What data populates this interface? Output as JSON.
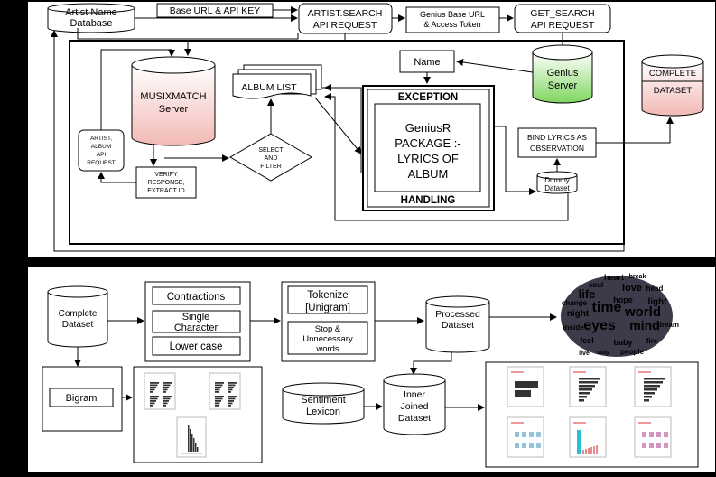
{
  "top": {
    "artist_db": [
      "Artist Name",
      "Database"
    ],
    "base_url": "Base URL & API KEY",
    "artist_search": [
      "ARTIST.SEARCH",
      "API REQUEST"
    ],
    "genius_token": [
      "Genius Base URL",
      "& Access Token"
    ],
    "get_search": [
      "GET_SEARCH",
      "API REQUEST"
    ],
    "name": "Name",
    "genius_server": [
      "Genius",
      "Server"
    ],
    "complete_dataset": [
      "COMPLETE",
      "DATASET"
    ],
    "musixmatch": [
      "MUSIXMATCH",
      "Server"
    ],
    "album_list": "ALBUM LIST",
    "exception": "EXCEPTION",
    "geniusr": [
      "GeniusR",
      "PACKAGE :-",
      "LYRICS OF",
      "ALBUM"
    ],
    "handling": "HANDLING",
    "bind_lyrics": [
      "BIND LYRICS AS",
      "OBSERVATION"
    ],
    "dummy": [
      "Dummy",
      "Dataset"
    ],
    "artist_album_request": [
      "ARTIST,",
      "ALBUM",
      "API",
      "REQUEST"
    ],
    "verify": [
      "VERIFY",
      "RESPONSE,",
      "EXTRACT ID"
    ],
    "select_filter": [
      "SELECT",
      "AND",
      "FILTER"
    ]
  },
  "bottom": {
    "complete_dataset": [
      "Complete",
      "Dataset"
    ],
    "contractions": "Contractions",
    "single_character": [
      "Single",
      "Character"
    ],
    "lower_case": "Lower case",
    "tokenize": [
      "Tokenize",
      "[Unigram]"
    ],
    "stop_words": [
      "Stop &",
      "Unnecessary",
      "words"
    ],
    "processed": [
      "Processed",
      "Dataset"
    ],
    "bigram": "Bigram",
    "sentiment": [
      "Sentiment",
      "Lexicon"
    ],
    "inner_joined": [
      "Inner",
      "Joined",
      "Dataset"
    ],
    "wordcloud_words": [
      "life",
      "love",
      "time",
      "world",
      "eyes",
      "mind",
      "night",
      "baby",
      "feel",
      "light",
      "heart",
      "people",
      "inside",
      "dream",
      "soul",
      "fire",
      "live",
      "hope",
      "change",
      "head",
      "stay",
      "break"
    ]
  },
  "colors": {
    "background": "#000000",
    "panel": "#ffffff",
    "genius_green": "#8ed973",
    "musixmatch_red": "#d9413a"
  }
}
